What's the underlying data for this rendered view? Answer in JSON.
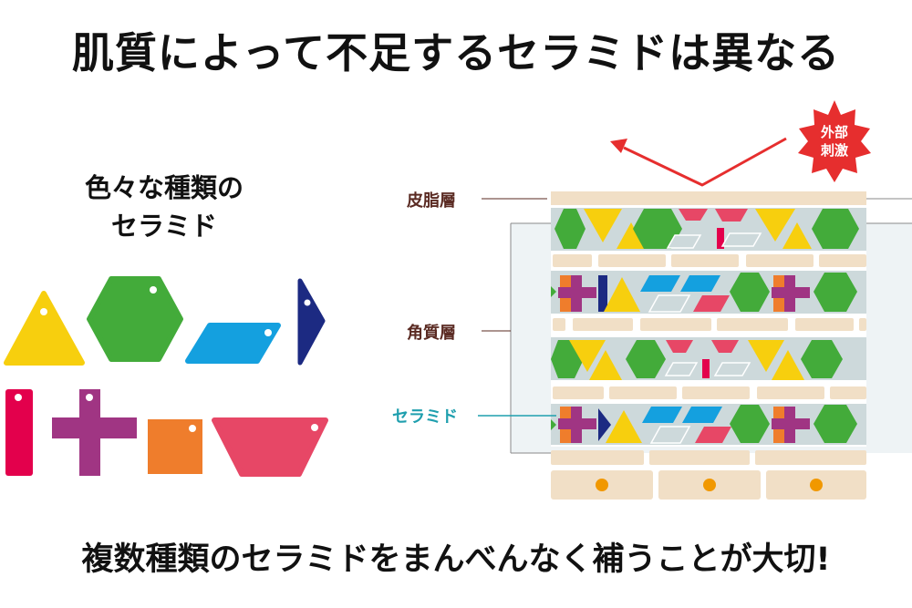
{
  "title": "肌質によって不足するセラミドは異なる",
  "variety_label": {
    "line1": "色々な種類の",
    "line2": "セラミド"
  },
  "layer_labels": {
    "sebum": "皮脂層",
    "stratum_corneum": "角質層",
    "ceramide": "セラミド"
  },
  "stimulus_badge": {
    "line1": "外部",
    "line2": "刺激"
  },
  "footer": "複数種類のセラミドをまんべんなく補うことが大切!",
  "colors": {
    "yellow": "#f7cf0e",
    "green": "#43ab3a",
    "blue": "#14a0df",
    "navy": "#1c2a82",
    "red": "#e3004c",
    "purple": "#a03583",
    "orange": "#ef7d2c",
    "pink": "#e74766",
    "beige": "#f1dfc6",
    "gray": "#cdd9db",
    "stimulus_red": "#e62e2e"
  }
}
